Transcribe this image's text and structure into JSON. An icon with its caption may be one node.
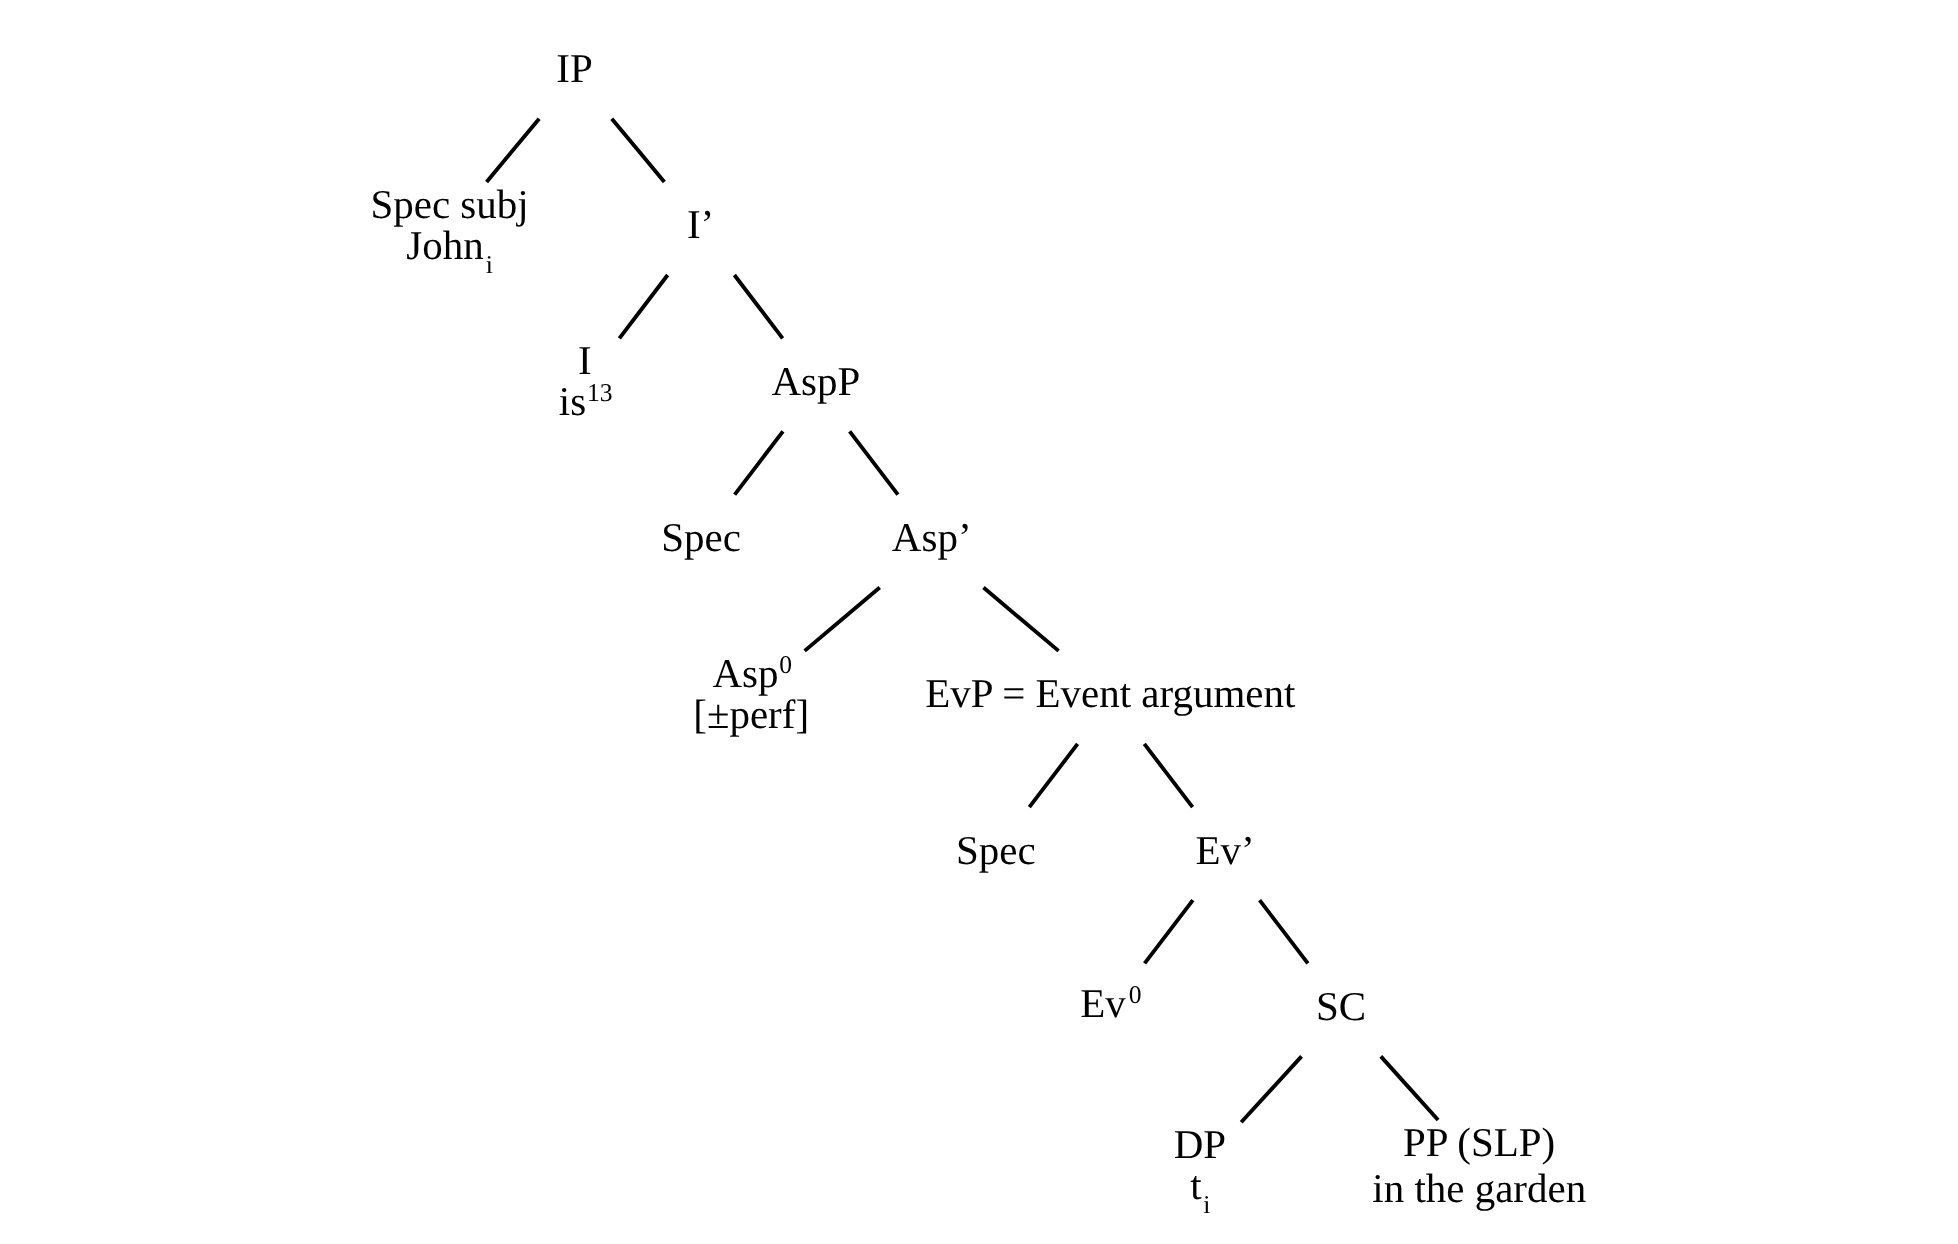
{
  "diagram": {
    "nodes": [
      {
        "text": [
          "IP"
        ]
      },
      {
        "text": [
          "Spec subj",
          "John$_{i}$"
        ]
      },
      {
        "text": [
          "I’"
        ]
      },
      {
        "text": [
          "I",
          "is$^{13}$"
        ]
      },
      {
        "text": [
          "AspP"
        ]
      },
      {
        "text": [
          "Spec"
        ]
      },
      {
        "text": [
          "Asp’"
        ]
      },
      {
        "text": [
          "Asp$^{0}$",
          "[±perf]"
        ]
      },
      {
        "text": [
          "EvP = Event argument"
        ]
      },
      {
        "text": [
          "Spec"
        ]
      },
      {
        "text": [
          "Ev’"
        ]
      },
      {
        "text": [
          "Ev$^{0}$"
        ]
      },
      {
        "text": [
          "SC"
        ]
      },
      {
        "text": [
          "DP",
          "t$_{i}$"
        ]
      },
      {
        "text": [
          "PP (SLP)",
          "in the garden"
        ]
      }
    ],
    "edges": [
      {
        "from": 0,
        "to": 1,
        "arrow": "none"
      },
      {
        "from": 0,
        "to": 2,
        "arrow": "none"
      },
      {
        "from": 2,
        "to": 3,
        "arrow": "none"
      },
      {
        "from": 2,
        "to": 4,
        "arrow": "none"
      },
      {
        "from": 4,
        "to": 5,
        "arrow": "none"
      },
      {
        "from": 4,
        "to": 6,
        "arrow": "none"
      },
      {
        "from": 6,
        "to": 7,
        "arrow": "none"
      },
      {
        "from": 6,
        "to": 8,
        "arrow": "none"
      },
      {
        "from": 8,
        "to": 9,
        "arrow": "none"
      },
      {
        "from": 8,
        "to": 10,
        "arrow": "none"
      },
      {
        "from": 10,
        "to": 11,
        "arrow": "none"
      },
      {
        "from": 10,
        "to": 12,
        "arrow": "none"
      },
      {
        "from": 12,
        "to": 13,
        "arrow": "none"
      },
      {
        "from": 12,
        "to": 14,
        "arrow": "none"
      }
    ]
  }
}
